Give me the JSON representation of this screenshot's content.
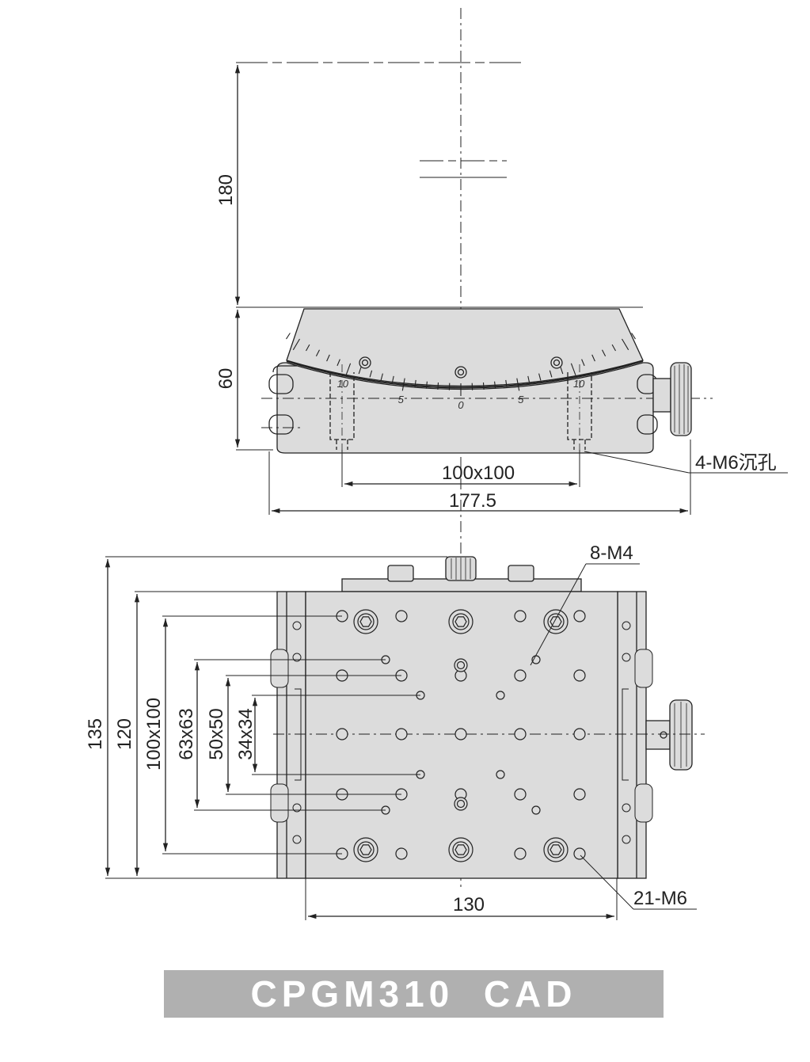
{
  "colors": {
    "part_fill": "#dcdcdc",
    "line": "#222222",
    "title_bar": "#b0b0b0",
    "title_text": "#ffffff"
  },
  "front_view": {
    "dim_height_travel": "180",
    "dim_height_body": "60",
    "dim_mount_spacing": "100x100",
    "dim_width": "177.5",
    "callout_mount_holes": "4-M6沉孔",
    "scale_labels": [
      "10",
      "5",
      "0",
      "5",
      "10"
    ]
  },
  "top_view": {
    "dim_135": "135",
    "dim_120": "120",
    "dim_100x100": "100x100",
    "dim_63x63": "63x63",
    "dim_50x50": "50x50",
    "dim_34x34": "34x34",
    "dim_130": "130",
    "callout_m4": "8-M4",
    "callout_m6": "21-M6"
  },
  "title": "CPGM310  CAD"
}
